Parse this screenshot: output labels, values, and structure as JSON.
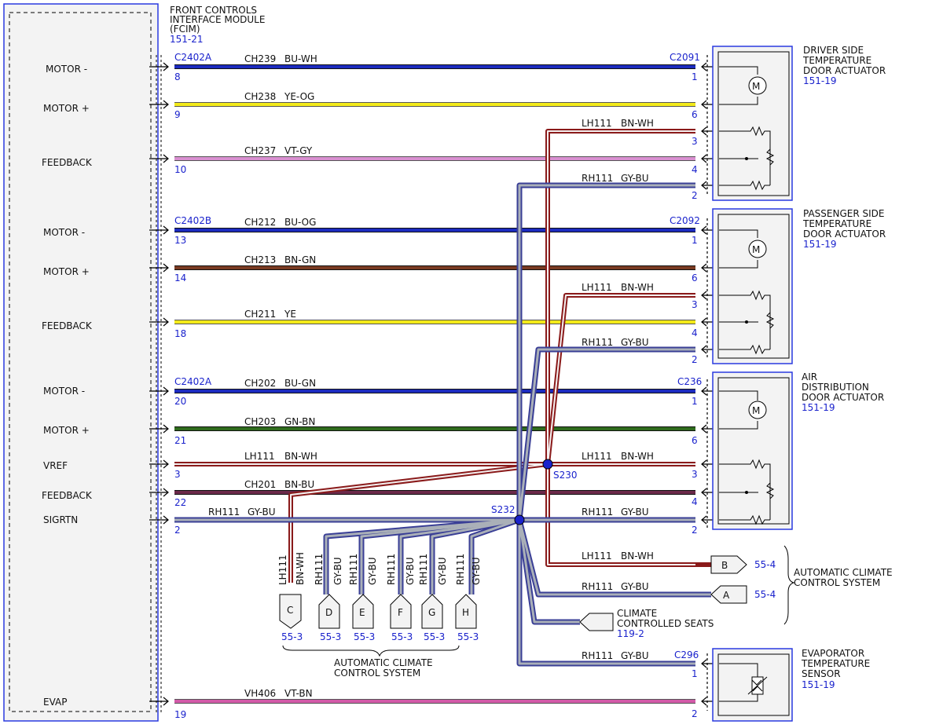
{
  "fcim": {
    "title_lines": [
      "FRONT CONTROLS",
      "INTERFACE MODULE",
      "(FCIM)"
    ],
    "ref": "151-21",
    "signals": [
      "MOTOR -",
      "MOTOR +",
      "FEEDBACK",
      "MOTOR -",
      "MOTOR +",
      "FEEDBACK",
      "MOTOR -",
      "MOTOR +",
      "VREF",
      "FEEDBACK",
      "SIGRTN",
      "EVAP"
    ]
  },
  "colors": {
    "BU": "#1c2bbf",
    "YE": "#f3ea1a",
    "VT": "#d98fd0",
    "BN": "#7a3b22",
    "GN": "#2f6b1d",
    "BN_WH_outline": "#8a1a1a",
    "GY_BU_outline": "#3a3f96",
    "component_border": "#2a3ae0",
    "component_fill": "#f3f3f3"
  },
  "wires": [
    {
      "circuit": "CH239",
      "color": "BU-WH",
      "left_conn": "C2402A",
      "left_pin": "8",
      "right_conn": "C2091",
      "right_pin": "1"
    },
    {
      "circuit": "CH238",
      "color": "YE-OG",
      "left_pin": "9",
      "right_pin": "6"
    },
    {
      "circuit": "LH111",
      "color": "BN-WH",
      "right_pin": "3"
    },
    {
      "circuit": "CH237",
      "color": "VT-GY",
      "left_pin": "10",
      "right_pin": "4"
    },
    {
      "circuit": "RH111",
      "color": "GY-BU",
      "right_pin": "2"
    },
    {
      "circuit": "CH212",
      "color": "BU-OG",
      "left_conn": "C2402B",
      "left_pin": "13",
      "right_conn": "C2092",
      "right_pin": "1"
    },
    {
      "circuit": "CH213",
      "color": "BN-GN",
      "left_pin": "14",
      "right_pin": "6"
    },
    {
      "circuit": "LH111",
      "color": "BN-WH",
      "right_pin": "3"
    },
    {
      "circuit": "CH211",
      "color": "YE",
      "left_pin": "18",
      "right_pin": "4"
    },
    {
      "circuit": "RH111",
      "color": "GY-BU",
      "right_pin": "2"
    },
    {
      "circuit": "CH202",
      "color": "BU-GN",
      "left_conn": "C2402A",
      "left_pin": "20",
      "right_conn": "C236",
      "right_pin": "1"
    },
    {
      "circuit": "CH203",
      "color": "GN-BN",
      "left_pin": "21",
      "right_pin": "6"
    },
    {
      "circuit": "LH111",
      "color": "BN-WH",
      "left_pin": "3"
    },
    {
      "circuit": "LH111",
      "color": "BN-WH",
      "right_pin": "3"
    },
    {
      "circuit": "CH201",
      "color": "BN-BU",
      "left_pin": "22",
      "right_pin": "4"
    },
    {
      "circuit": "RH111",
      "color": "GY-BU",
      "left_pin": "2"
    },
    {
      "circuit": "RH111",
      "color": "GY-BU",
      "right_pin": "2"
    },
    {
      "circuit": "LH111",
      "color": "BN-WH"
    },
    {
      "circuit": "RH111",
      "color": "GY-BU"
    },
    {
      "circuit": "RH111",
      "color": "GY-BU",
      "right_conn": "C296",
      "right_pin": "1"
    },
    {
      "circuit": "VH406",
      "color": "VT-BN",
      "left_pin": "19",
      "right_pin": "2"
    }
  ],
  "splices": [
    "S230",
    "S232"
  ],
  "components": [
    {
      "name_lines": [
        "DRIVER SIDE",
        "TEMPERATURE",
        "DOOR ACTUATOR"
      ],
      "ref": "151-19"
    },
    {
      "name_lines": [
        "PASSENGER SIDE",
        "TEMPERATURE",
        "DOOR ACTUATOR"
      ],
      "ref": "151-19"
    },
    {
      "name_lines": [
        "AIR",
        "DISTRIBUTION",
        "DOOR ACTUATOR"
      ],
      "ref": "151-19"
    },
    {
      "name_lines": [
        "EVAPORATOR",
        "TEMPERATURE",
        "SENSOR"
      ],
      "ref": "151-19"
    }
  ],
  "right_offpage": [
    {
      "letter": "B",
      "ref": "55-4"
    },
    {
      "letter": "A",
      "ref": "55-4"
    }
  ],
  "right_offpage_group": [
    "AUTOMATIC CLIMATE",
    "CONTROL SYSTEM"
  ],
  "seats": {
    "name_lines": [
      "CLIMATE",
      "CONTROLLED SEATS"
    ],
    "ref": "119-2"
  },
  "bottom_offpage": [
    {
      "circuit": "LH111",
      "color": "BN-WH",
      "letter": "C",
      "ref": "55-3"
    },
    {
      "circuit": "RH111",
      "color": "GY-BU",
      "letter": "D",
      "ref": "55-3"
    },
    {
      "circuit": "RH111",
      "color": "GY-BU",
      "letter": "E",
      "ref": "55-3"
    },
    {
      "circuit": "RH111",
      "color": "GY-BU",
      "letter": "F",
      "ref": "55-3"
    },
    {
      "circuit": "RH111",
      "color": "GY-BU",
      "letter": "G",
      "ref": "55-3"
    },
    {
      "circuit": "RH111",
      "color": "GY-BU",
      "letter": "H",
      "ref": "55-3"
    }
  ],
  "bottom_group": [
    "AUTOMATIC CLIMATE",
    "CONTROL SYSTEM"
  ]
}
